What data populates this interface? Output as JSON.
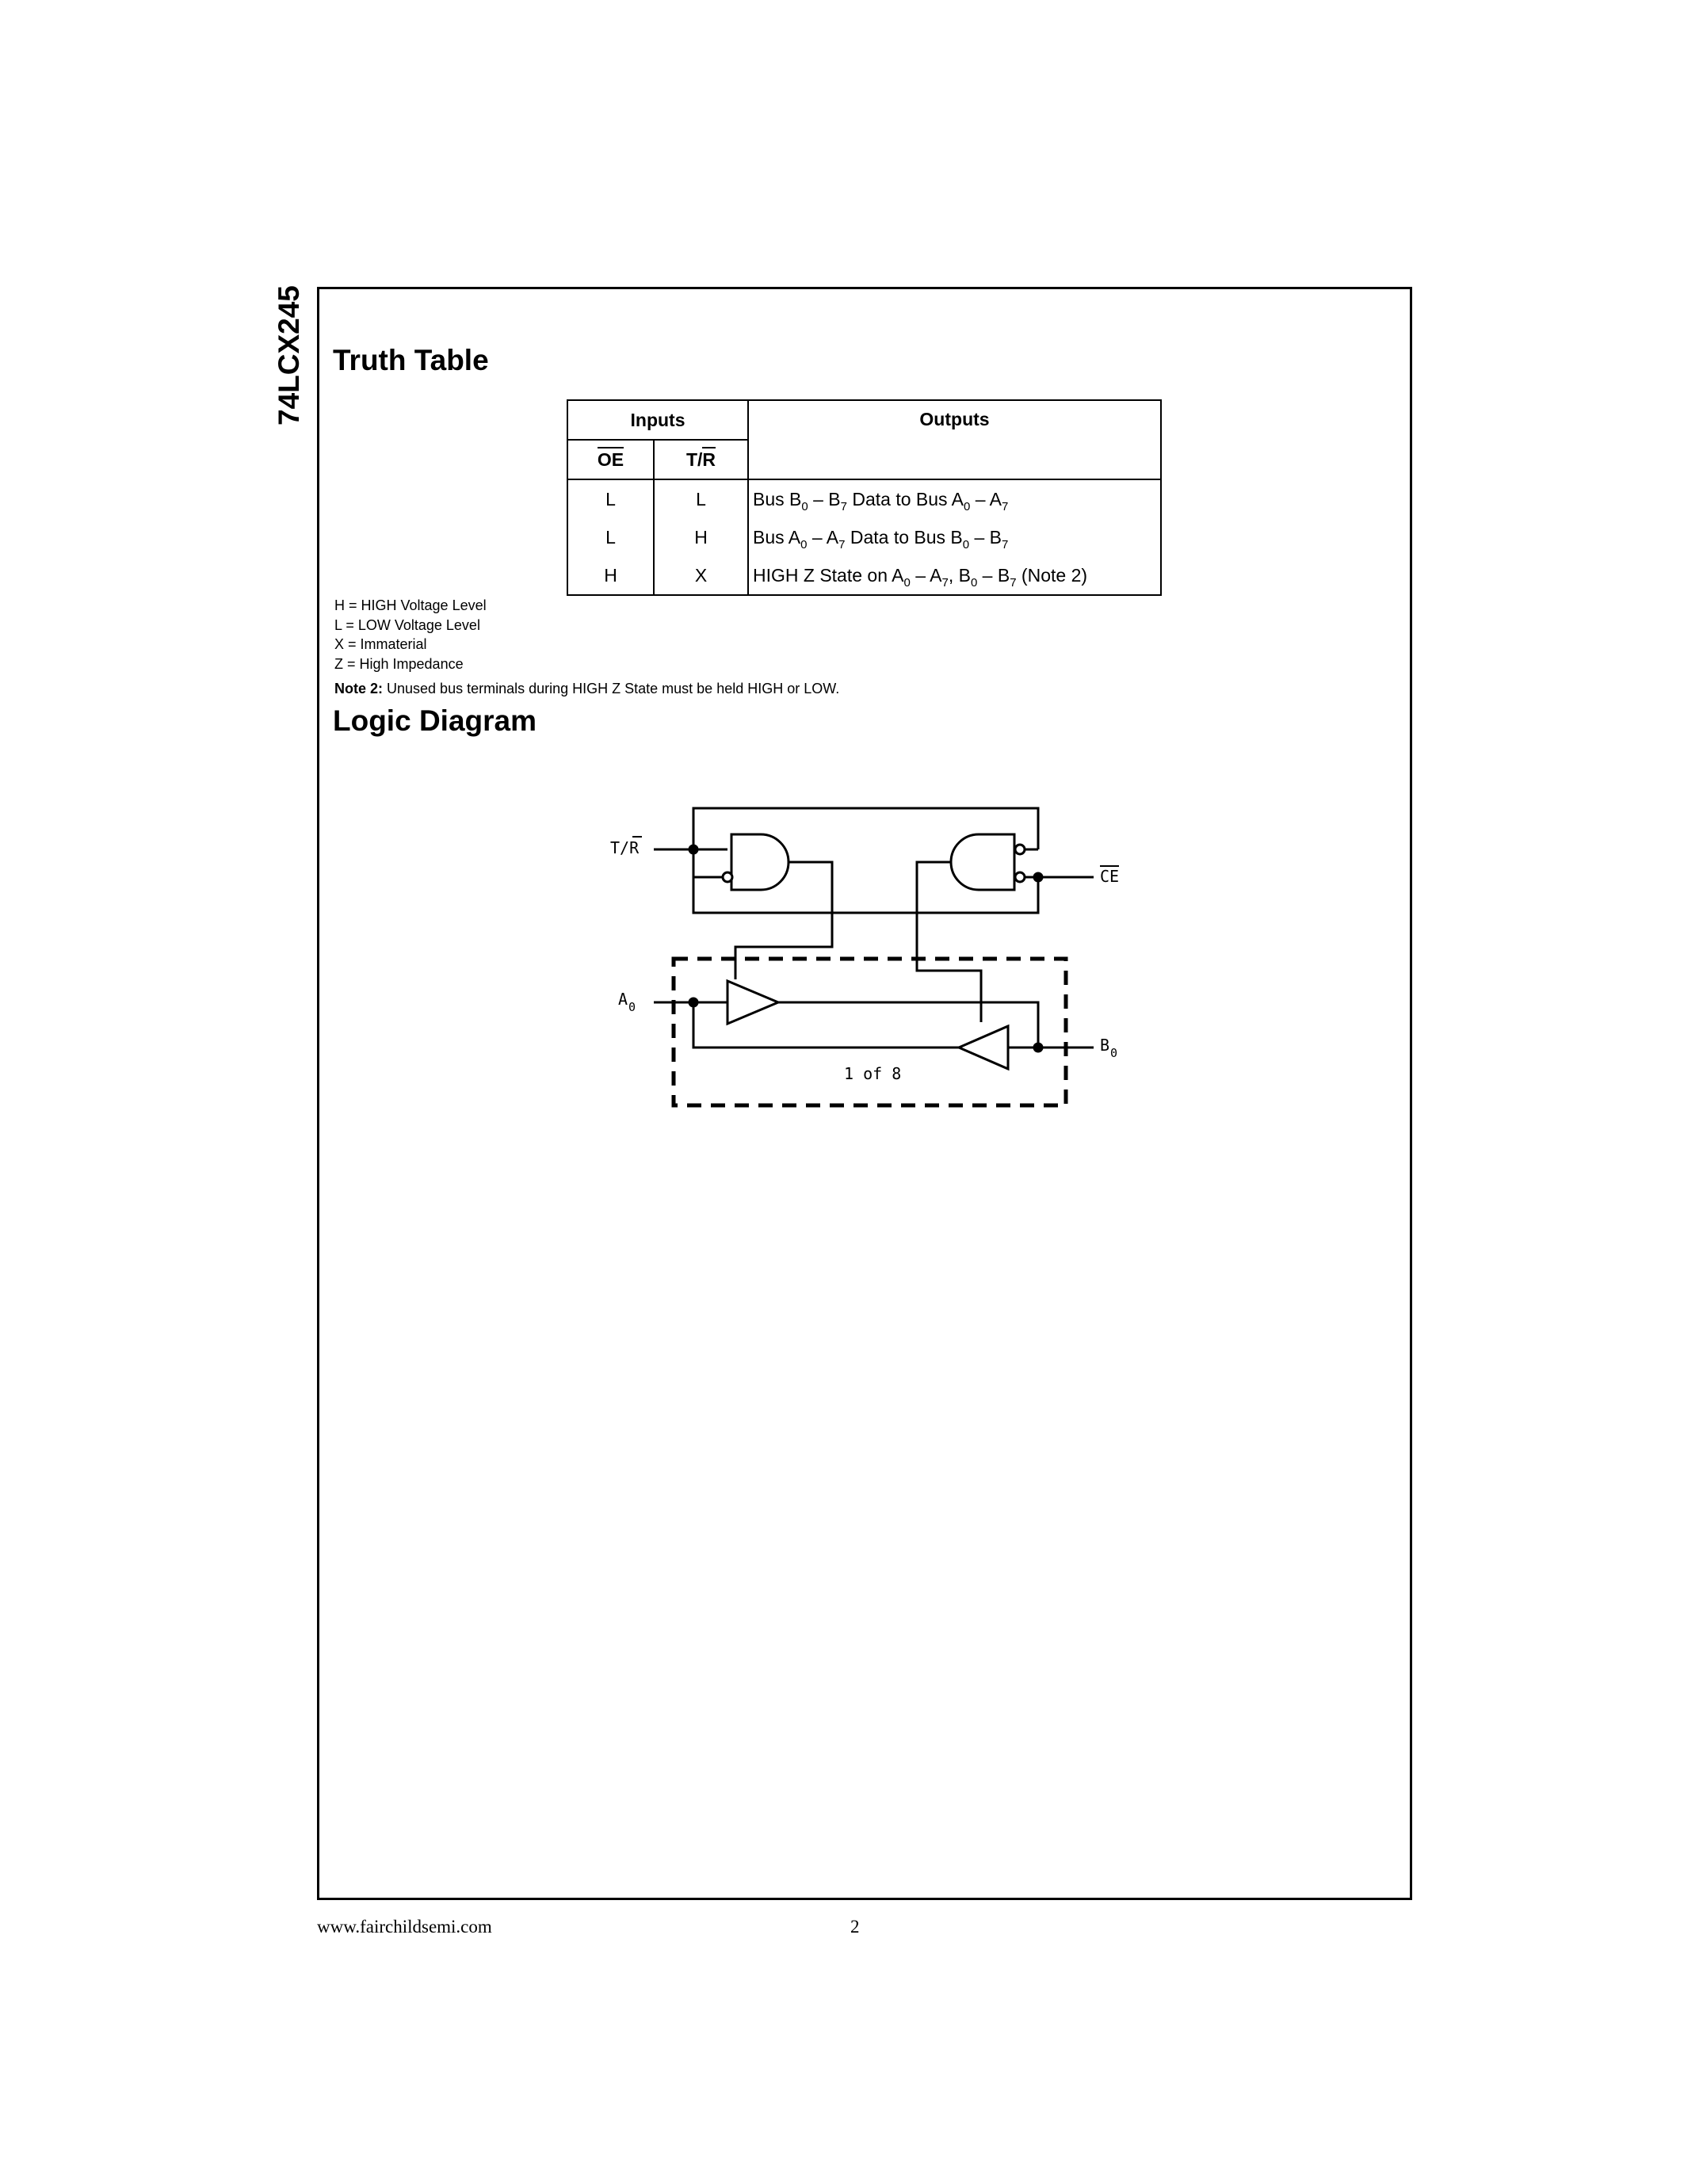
{
  "side_title": "74LCX245",
  "truth_table": {
    "heading": "Truth Table",
    "col_inputs": "Inputs",
    "col_outputs": "Outputs",
    "col_oe": "OE",
    "col_tr": "T/R",
    "rows": [
      {
        "oe": "L",
        "tr": "L",
        "out_a": "Bus B",
        "out_b": "0",
        "out_c": " – B",
        "out_d": "7",
        "out_e": " Data to Bus A",
        "out_f": "0",
        "out_g": " – A",
        "out_h": "7"
      },
      {
        "oe": "L",
        "tr": "H",
        "out_a": "Bus A",
        "out_b": "0",
        "out_c": " – A",
        "out_d": "7",
        "out_e": " Data to Bus B",
        "out_f": "0",
        "out_g": " – B",
        "out_h": "7"
      },
      {
        "oe": "H",
        "tr": "X",
        "out_a": "HIGH Z State on A",
        "out_b": "0",
        "out_c": " – A",
        "out_d": "7",
        "out_e": ", B",
        "out_f": "0",
        "out_g": " – B",
        "out_h": "7",
        "out_i": " (Note 2)"
      }
    ]
  },
  "legend": [
    "H = HIGH Voltage Level",
    "L = LOW Voltage Level",
    "X = Immaterial",
    "Z = High Impedance"
  ],
  "note": {
    "label": "Note 2:",
    "text": " Unused bus terminals during HIGH Z State must be held HIGH or LOW."
  },
  "logic_diagram": {
    "heading": "Logic Diagram",
    "label_tr": "T/R",
    "label_ce": "CE",
    "label_a": "A",
    "label_a_sub": "0",
    "label_b": "B",
    "label_b_sub": "0",
    "label_count": "1 of 8"
  },
  "footer": {
    "url": "www.fairchildsemi.com",
    "page": "2"
  }
}
